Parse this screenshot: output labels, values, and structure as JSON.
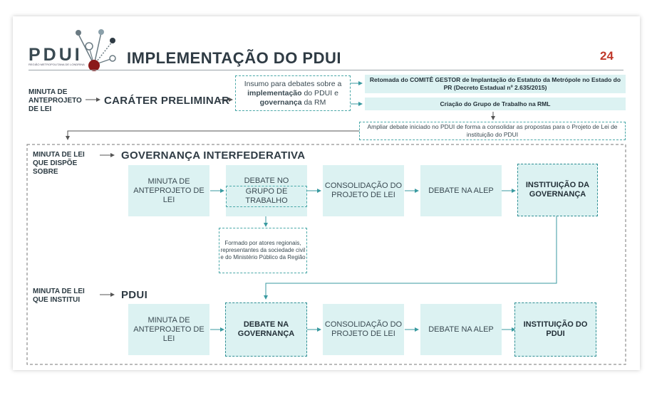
{
  "header": {
    "logo": "PDUI",
    "logo_subtitle": "REGIÃO METROPOLITANA DE LONDRINA",
    "title": "IMPLEMENTAÇÃO DO PDUI",
    "page_number": "24"
  },
  "preliminary": {
    "label": "MINUTA DE ANTEPROJETO DE LEI",
    "stage": "CARÁTER PRELIMINAR",
    "insumo_pre": "Insumo para debates sobre a ",
    "insumo_b1": "implementação",
    "insumo_mid": " do PDUI e ",
    "insumo_b2": "governança",
    "insumo_post": " da RM",
    "retomada": "Retomada do COMITÊ GESTOR de Implantação do Estatuto da Metrópole no Estado do PR (Decreto Estadual nº 2.635/2015)",
    "criacao": "Criação do Grupo de Trabalho na RML",
    "ampliar": "Ampliar debate iniciado no PDUI de forma a consolidar as propostas para o Projeto de Lei de instituição do PDUI"
  },
  "governanca": {
    "label": "MINUTA DE LEI QUE DISPÕE SOBRE",
    "title": "GOVERNANÇA INTERFEDERATIVA",
    "steps": [
      "MINUTA DE ANTEPROJETO DE LEI",
      "DEBATE NO",
      "CONSOLIDAÇÃO DO PROJETO DE LEI",
      "DEBATE NA ALEP",
      "INSTITUIÇÃO DA GOVERNANÇA"
    ],
    "grupo": "GRUPO DE TRABALHO",
    "formado": "Formado por atores regionais, representantes da sociedade civil e do Ministério Público da Região"
  },
  "pdui": {
    "label": "MINUTA DE LEI QUE INSTITUI",
    "title": "PDUI",
    "steps": [
      "MINUTA DE ANTEPROJETO DE LEI",
      "DEBATE NA GOVERNANÇA",
      "CONSOLIDAÇÃO DO PROJETO DE LEI",
      "DEBATE NA ALEP",
      "INSTITUIÇÃO DO PDUI"
    ]
  },
  "colors": {
    "box_fill": "#dcf2f2",
    "accent": "#2f8f94",
    "page_number": "#c0392b"
  }
}
